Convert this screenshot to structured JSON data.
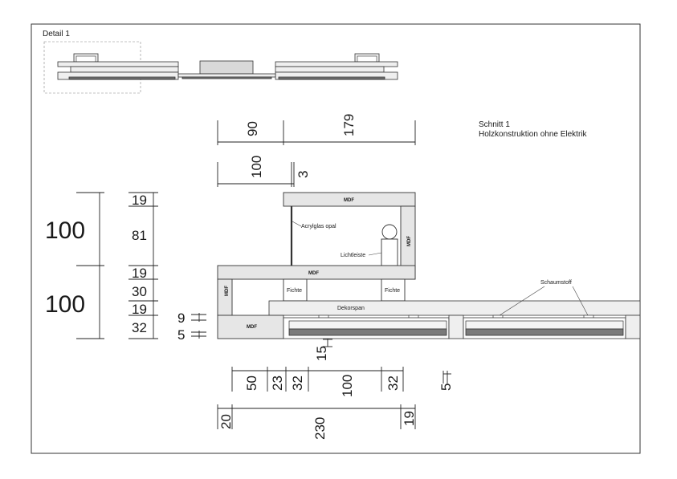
{
  "detail_label": "Detail 1",
  "title": {
    "line1": "Schnitt 1",
    "line2": "Holzkonstruktion ohne Elektrik"
  },
  "materials": {
    "mdf": "MDF",
    "acryl": "Acrylglas opal",
    "lichtleiste": "Lichtleiste",
    "fichte": "Fichte",
    "schaumstoff": "Schaumstoff",
    "dekorspan": "Dekorspan"
  },
  "dims_top": {
    "d90": "90",
    "d179": "179",
    "d100": "100",
    "d3": "3"
  },
  "dims_left": {
    "d19a": "19",
    "d81": "81",
    "d19b": "19",
    "d30": "30",
    "d19c": "19",
    "d32": "32",
    "d9": "9",
    "d5": "5",
    "big100a": "100",
    "big100b": "100"
  },
  "dims_bottom": {
    "d15": "15",
    "d50": "50",
    "d23": "23",
    "d32a": "32",
    "d100": "100",
    "d32b": "32",
    "d5": "5",
    "d20": "20",
    "d230": "230",
    "d19": "19"
  },
  "colors": {
    "line": "#222222",
    "mdf_fill": "#e6e6e6",
    "rail_fill": "#7a7a7a",
    "frame": "#333333"
  }
}
